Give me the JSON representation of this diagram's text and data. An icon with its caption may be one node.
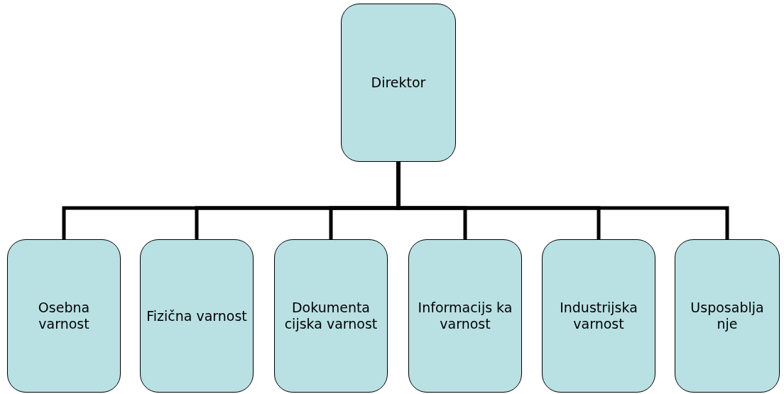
{
  "diagram": {
    "nodes": [
      {
        "text": [
          "Direktor"
        ]
      },
      {
        "text": [
          "Osebna varnost"
        ]
      },
      {
        "text": [
          "Fizična varnost"
        ]
      },
      {
        "text": [
          "Dokumenta cijska varnost"
        ]
      },
      {
        "text": [
          "Informacijs ka varnost"
        ]
      },
      {
        "text": [
          "Industrijska varnost"
        ]
      },
      {
        "text": [
          "Usposablja nje"
        ]
      }
    ],
    "edges": [
      {
        "from": 0,
        "to": 1,
        "arrow": "none"
      },
      {
        "from": 0,
        "to": 2,
        "arrow": "none"
      },
      {
        "from": 0,
        "to": 3,
        "arrow": "none"
      },
      {
        "from": 0,
        "to": 4,
        "arrow": "none"
      },
      {
        "from": 0,
        "to": 5,
        "arrow": "none"
      },
      {
        "from": 0,
        "to": 6,
        "arrow": "none"
      }
    ]
  }
}
